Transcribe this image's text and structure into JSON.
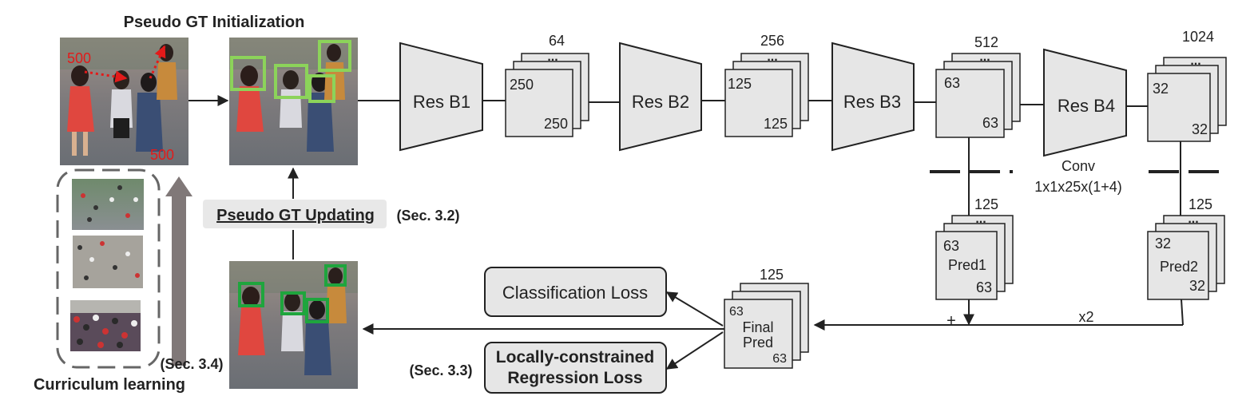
{
  "titles": {
    "init": "Pseudo GT Initialization",
    "updating": "Pseudo GT Updating",
    "updating_sec": "(Sec. 3.2)",
    "curriculum": "Curriculum learning",
    "curriculum_sec": "(Sec. 3.4)",
    "loss_sec": "(Sec. 3.3)"
  },
  "image_annotations": {
    "width": "500",
    "height": "500"
  },
  "blocks": [
    {
      "label": "Res B1"
    },
    {
      "label": "Res B2"
    },
    {
      "label": "Res B3"
    },
    {
      "label": "Res B4"
    }
  ],
  "feature_maps": [
    {
      "channels": "64",
      "w": "250",
      "h": "250",
      "dots": "..."
    },
    {
      "channels": "256",
      "w": "125",
      "h": "125",
      "dots": "..."
    },
    {
      "channels": "512",
      "w": "63",
      "h": "63",
      "dots": "..."
    },
    {
      "channels": "1024",
      "w": "32",
      "h": "32",
      "dots": "..."
    }
  ],
  "conv": {
    "line1": "Conv",
    "line2": "1x1x25x(1+4)"
  },
  "preds": [
    {
      "channels": "125",
      "label": "Pred1",
      "w": "63",
      "h": "63",
      "dots": "..."
    },
    {
      "channels": "125",
      "label": "Pred2",
      "w": "32",
      "h": "32",
      "dots": "..."
    }
  ],
  "final_pred": {
    "channels": "125",
    "line1": "Final",
    "line2": "Pred",
    "w": "63",
    "h": "63"
  },
  "ops": {
    "plus": "+",
    "upsample": "x2"
  },
  "losses": {
    "classification": "Classification Loss",
    "regression_line1": "Locally-constrained",
    "regression_line2": "Regression Loss"
  },
  "colors": {
    "block_fill": "#e6e6e6",
    "stroke": "#222222",
    "box_light": "#8cd35a",
    "box_dark": "#1fa53d",
    "arrow_gray": "#807878",
    "annot_red": "#e31a1a"
  }
}
